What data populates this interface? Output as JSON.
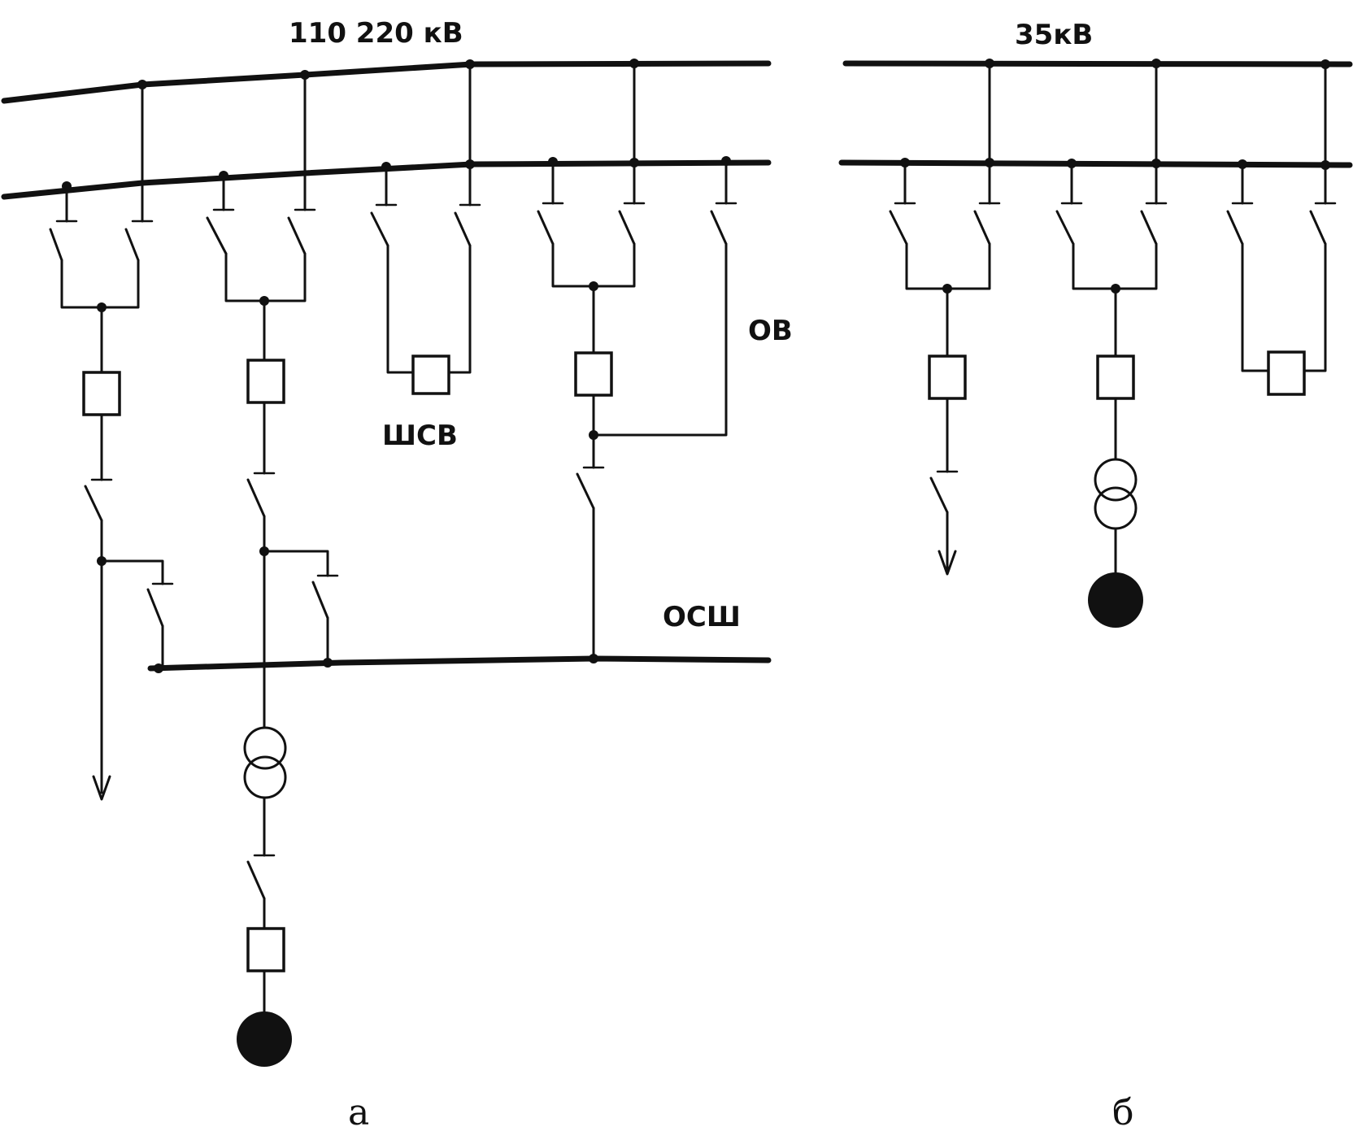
{
  "diagram_a": {
    "voltage_label": "110 220 кВ",
    "transfer_breaker_label": "ОВ",
    "bus_coupler_label": "ШСВ",
    "transfer_bus_label": "ОСШ",
    "caption": "а"
  },
  "diagram_b": {
    "voltage_label": "35кВ",
    "caption": "б"
  },
  "colors": {
    "ink": "#111111",
    "background": "#ffffff"
  }
}
